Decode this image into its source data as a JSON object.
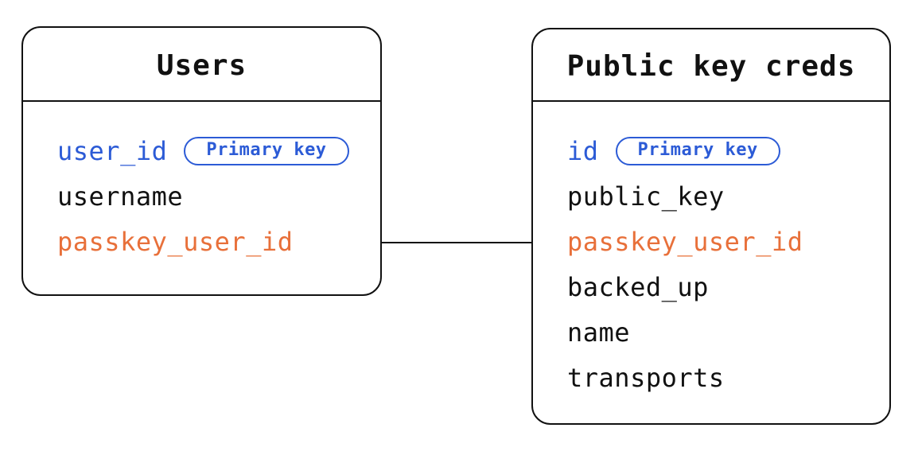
{
  "colors": {
    "primary_blue": "#2c5bd6",
    "foreign_orange": "#e8703a",
    "text_black": "#111111",
    "border_black": "#111111",
    "background": "#ffffff"
  },
  "tables": [
    {
      "title": "Users",
      "fields": [
        {
          "name": "user_id",
          "role": "primary",
          "badge": "Primary key"
        },
        {
          "name": "username",
          "role": "normal"
        },
        {
          "name": "passkey_user_id",
          "role": "foreign"
        }
      ]
    },
    {
      "title": "Public key creds",
      "fields": [
        {
          "name": "id",
          "role": "primary",
          "badge": "Primary key"
        },
        {
          "name": "public_key",
          "role": "normal"
        },
        {
          "name": "passkey_user_id",
          "role": "foreign"
        },
        {
          "name": "backed_up",
          "role": "normal"
        },
        {
          "name": "name",
          "role": "normal"
        },
        {
          "name": "transports",
          "role": "normal"
        }
      ]
    }
  ],
  "relationship": {
    "from_table": "Users",
    "from_field": "passkey_user_id",
    "to_table": "Public key creds",
    "to_field": "passkey_user_id"
  }
}
